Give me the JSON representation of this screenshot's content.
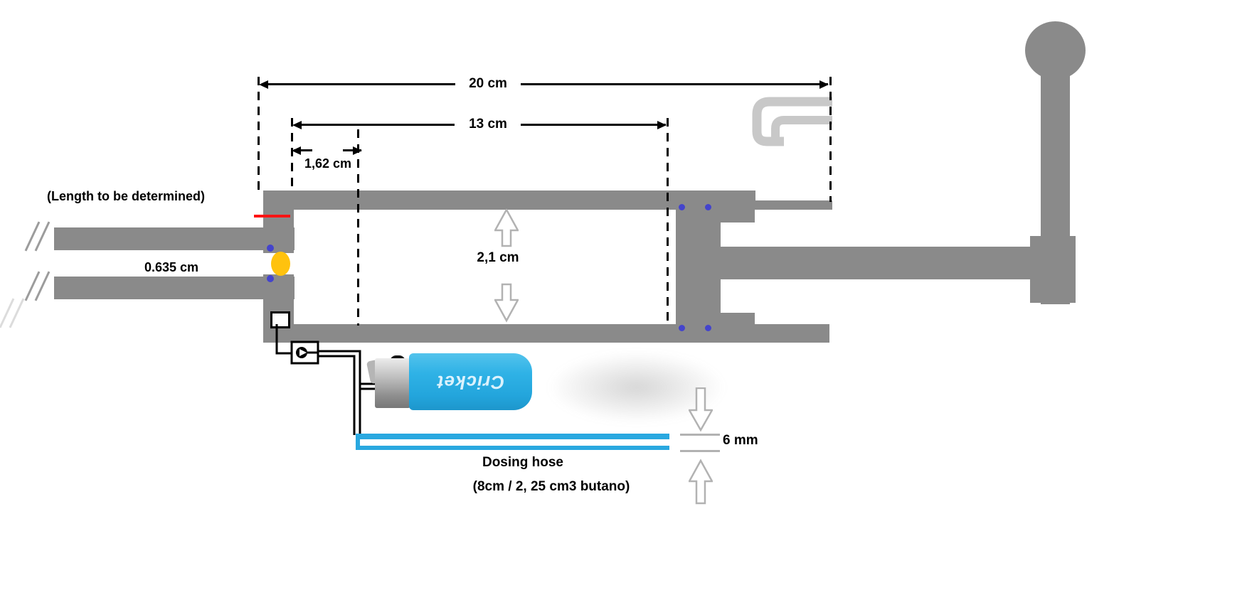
{
  "labels": {
    "length_note": "(Length to be determined)",
    "barrel_diameter": "0.635 cm",
    "overall_length": "20 cm",
    "chamber_length": "13 cm",
    "port_offset": "1,62 cm",
    "bore_height": "2,1 cm",
    "hose_diameter": "6 mm",
    "hose_name": "Dosing hose",
    "hose_spec": "(8cm / 2, 25 cm3 butano)"
  },
  "lighter": {
    "brand": "Cricket",
    "body_color": "#2bb0e6"
  },
  "colors": {
    "structure_gray": "#8a8a8a",
    "outline_light_gray": "#c8c8c8",
    "hose_blue": "#29a8e0",
    "valve_ball_yellow": "#ffc20e",
    "marker_red": "#ff1414",
    "seal_dot_blue": "#4444cc",
    "dimension_black": "#000000"
  }
}
